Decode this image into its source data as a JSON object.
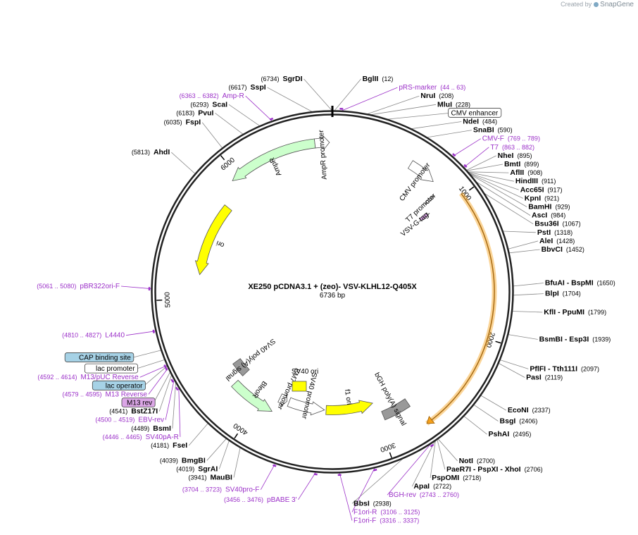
{
  "credit": {
    "prefix": "Created by",
    "brand": "SnapGene"
  },
  "plasmid": {
    "name": "XE250 pCDNA3.1 + (zeo)- VSV-KLHL12-Q405X",
    "size_label": "6736 bp",
    "length": 6736
  },
  "colors": {
    "primer": "#9b30c8",
    "ring": "#222222",
    "ori": "#ffff00",
    "orange": "#f7a11a",
    "green": "#ccffcc",
    "gray": "#999999",
    "blue_box": "#a6d2e6",
    "purple_box": "#dba6e6"
  },
  "ticks": [
    {
      "pos": 1000,
      "label": "1000"
    },
    {
      "pos": 2000,
      "label": "2000"
    },
    {
      "pos": 3000,
      "label": "3000"
    },
    {
      "pos": 4000,
      "label": "4000"
    },
    {
      "pos": 5000,
      "label": "5000"
    },
    {
      "pos": 6000,
      "label": "6000"
    }
  ],
  "labels": [
    {
      "type": "enzyme",
      "name": "SgrDI",
      "coord": "(6734)",
      "pos": 6734
    },
    {
      "type": "enzyme",
      "name": "BglII",
      "coord": "(12)",
      "pos": 12
    },
    {
      "type": "primer",
      "name": "pRS-marker",
      "coord": "(44 .. 63)",
      "pos": 53
    },
    {
      "type": "enzyme",
      "name": "NruI",
      "coord": "(208)",
      "pos": 208
    },
    {
      "type": "enzyme",
      "name": "MluI",
      "coord": "(228)",
      "pos": 228
    },
    {
      "type": "feature",
      "name": "CMV enhancer",
      "pos": 330
    },
    {
      "type": "enzyme",
      "name": "NdeI",
      "coord": "(484)",
      "pos": 484
    },
    {
      "type": "enzyme",
      "name": "SnaBI",
      "coord": "(590)",
      "pos": 590
    },
    {
      "type": "primer",
      "name": "CMV-F",
      "coord": "(769 .. 789)",
      "pos": 779
    },
    {
      "type": "primer",
      "name": "T7",
      "coord": "(863 .. 882)",
      "pos": 872
    },
    {
      "type": "enzyme",
      "name": "NheI",
      "coord": "(895)",
      "pos": 895
    },
    {
      "type": "enzyme",
      "name": "BmtI",
      "coord": "(899)",
      "pos": 899
    },
    {
      "type": "enzyme",
      "name": "AflII",
      "coord": "(908)",
      "pos": 908
    },
    {
      "type": "enzyme",
      "name": "HindIII",
      "coord": "(911)",
      "pos": 911
    },
    {
      "type": "enzyme",
      "name": "Acc65I",
      "coord": "(917)",
      "pos": 917
    },
    {
      "type": "enzyme",
      "name": "KpnI",
      "coord": "(921)",
      "pos": 921
    },
    {
      "type": "enzyme",
      "name": "BamHI",
      "coord": "(929)",
      "pos": 929
    },
    {
      "type": "enzyme",
      "name": "AscI",
      "coord": "(984)",
      "pos": 984
    },
    {
      "type": "enzyme",
      "name": "Bsu36I",
      "coord": "(1067)",
      "pos": 1067
    },
    {
      "type": "enzyme",
      "name": "PstI",
      "coord": "(1318)",
      "pos": 1318
    },
    {
      "type": "enzyme",
      "name": "AleI",
      "coord": "(1428)",
      "pos": 1428
    },
    {
      "type": "enzyme",
      "name": "BbvCI",
      "coord": "(1452)",
      "pos": 1452
    },
    {
      "type": "enzyme",
      "name": "BfuAI - BspMI",
      "coord": "(1650)",
      "pos": 1650
    },
    {
      "type": "enzyme",
      "name": "BlpI",
      "coord": "(1704)",
      "pos": 1704
    },
    {
      "type": "enzyme",
      "name": "KflI - PpuMI",
      "coord": "(1799)",
      "pos": 1799
    },
    {
      "type": "enzyme",
      "name": "BsmBI - Esp3I",
      "coord": "(1939)",
      "pos": 1939
    },
    {
      "type": "enzyme",
      "name": "PflFI - Tth111I",
      "coord": "(2097)",
      "pos": 2097
    },
    {
      "type": "enzyme",
      "name": "PasI",
      "coord": "(2119)",
      "pos": 2119
    },
    {
      "type": "enzyme",
      "name": "EcoNI",
      "coord": "(2337)",
      "pos": 2337
    },
    {
      "type": "enzyme",
      "name": "BsgI",
      "coord": "(2406)",
      "pos": 2406
    },
    {
      "type": "enzyme",
      "name": "PshAI",
      "coord": "(2495)",
      "pos": 2495
    },
    {
      "type": "enzyme",
      "name": "NotI",
      "coord": "(2700)",
      "pos": 2700
    },
    {
      "type": "enzyme",
      "name": "PaeR7I - PspXI - XhoI",
      "coord": "(2706)",
      "pos": 2706
    },
    {
      "type": "enzyme",
      "name": "PspOMI",
      "coord": "(2718)",
      "pos": 2718
    },
    {
      "type": "enzyme",
      "name": "ApaI",
      "coord": "(2722)",
      "pos": 2722
    },
    {
      "type": "primer",
      "name": "BGH-rev",
      "coord": "(2743 .. 2760)",
      "pos": 2751
    },
    {
      "type": "enzyme",
      "name": "BbsI",
      "coord": "(2938)",
      "pos": 2938
    },
    {
      "type": "primer",
      "name": "F1ori-R",
      "coord": "(3106 .. 3125)",
      "pos": 3115
    },
    {
      "type": "primer",
      "name": "F1ori-F",
      "coord": "(3316 .. 3337)",
      "pos": 3326
    },
    {
      "type": "primer",
      "name": "pBABE 3'",
      "coord": "(3456 .. 3476)",
      "pos": 3466
    },
    {
      "type": "primer",
      "name": "SV40pro-F",
      "coord": "(3704 .. 3723)",
      "pos": 3713
    },
    {
      "type": "enzyme",
      "name": "MauBI",
      "coord": "(3941)",
      "pos": 3941
    },
    {
      "type": "enzyme",
      "name": "SgrAI",
      "coord": "(4019)",
      "pos": 4019
    },
    {
      "type": "enzyme",
      "name": "BmgBI",
      "coord": "(4039)",
      "pos": 4039
    },
    {
      "type": "enzyme",
      "name": "FseI",
      "coord": "(4181)",
      "pos": 4181
    },
    {
      "type": "primer",
      "name": "SV40pA-R",
      "coord": "(4446 .. 4465)",
      "pos": 4455
    },
    {
      "type": "enzyme",
      "name": "BsmI",
      "coord": "(4489)",
      "pos": 4489
    },
    {
      "type": "primer",
      "name": "EBV-rev",
      "coord": "(4500 .. 4519)",
      "pos": 4509
    },
    {
      "type": "enzyme",
      "name": "BstZ17I",
      "coord": "(4541)",
      "pos": 4541
    },
    {
      "type": "featbox",
      "name": "M13 rev",
      "fill": "#dba6e6",
      "pos": 4560
    },
    {
      "type": "primer",
      "name": "M13 Reverse",
      "coord": "(4579 .. 4595)",
      "pos": 4587
    },
    {
      "type": "featbox",
      "name": "lac operator",
      "fill": "#a6d2e6",
      "pos": 4600
    },
    {
      "type": "primer",
      "name": "M13/pUC Reverse",
      "coord": "(4592 .. 4614)",
      "pos": 4603
    },
    {
      "type": "featbox",
      "name": "lac promoter",
      "fill": "#ffffff",
      "pos": 4640
    },
    {
      "type": "featbox",
      "name": "CAP binding site",
      "fill": "#a6d2e6",
      "pos": 4700
    },
    {
      "type": "primer",
      "name": "L4440",
      "coord": "(4810 .. 4827)",
      "pos": 4818
    },
    {
      "type": "primer",
      "name": "pBR322ori-F",
      "coord": "(5061 .. 5080)",
      "pos": 5070
    },
    {
      "type": "enzyme",
      "name": "AhdI",
      "coord": "(5813)",
      "pos": 5813
    },
    {
      "type": "enzyme",
      "name": "FspI",
      "coord": "(6035)",
      "pos": 6035
    },
    {
      "type": "enzyme",
      "name": "PvuI",
      "coord": "(6183)",
      "pos": 6183
    },
    {
      "type": "enzyme",
      "name": "ScaI",
      "coord": "(6293)",
      "pos": 6293
    },
    {
      "type": "primer",
      "name": "Amp-R",
      "coord": "(6363 .. 6382)",
      "pos": 6372
    },
    {
      "type": "enzyme",
      "name": "SspI",
      "coord": "(6617)",
      "pos": 6617
    }
  ],
  "features": [
    {
      "name": "AmpR",
      "label": "AmpR",
      "start": 5950,
      "end": 6610,
      "dir": -1,
      "lane": 1,
      "fill": "#ccffcc"
    },
    {
      "name": "AmpR promoter",
      "label": "AmpR promoter",
      "start": 6610,
      "end": 6715,
      "dir": 1,
      "lane": 1,
      "fill": "#ffffff"
    },
    {
      "name": "ori",
      "label": "ori",
      "start": 5190,
      "end": 5780,
      "dir": -1,
      "lane": 2,
      "fill": "#ffff00"
    },
    {
      "name": "CMV promoter",
      "label": "CMV promoter",
      "start": 590,
      "end": 795,
      "dir": 1,
      "lane": 1,
      "fill": "#ffffff"
    },
    {
      "name": "T7 promoter",
      "label": "T7 promoter",
      "start": 863,
      "end": 882,
      "dir": 1,
      "lane": 2,
      "fill": "#ffffff"
    },
    {
      "name": "VSV-G tag",
      "label": "VSV-G tag",
      "start": 935,
      "end": 968,
      "dir": 1,
      "lane": 3,
      "fill": "#dba6e6"
    },
    {
      "name": "KLHL12",
      "label": "",
      "start": 985,
      "end": 2700,
      "dir": 1,
      "lane": 0,
      "fill": "#f7a11a"
    },
    {
      "name": "bGH poly(A) signal",
      "label": "bGH poly(A) signal",
      "start": 2728,
      "end": 2950,
      "dir": 0,
      "lane": 2,
      "fill": "#999999"
    },
    {
      "name": "f1 ori",
      "label": "f1 ori",
      "start": 2996,
      "end": 3425,
      "dir": -1,
      "lane": 3,
      "fill": "#ffff00"
    },
    {
      "name": "SV40 promoter",
      "label": "SV40 promoter",
      "start": 3440,
      "end": 3770,
      "dir": -1,
      "lane": 3,
      "fill": "#ffffff"
    },
    {
      "name": "EM7 promoter",
      "label": "EM7 promoter",
      "start": 3790,
      "end": 3860,
      "dir": -1,
      "lane": 3,
      "fill": "#ffffff"
    },
    {
      "name": "BleoR",
      "label": "BleoR",
      "start": 3870,
      "end": 4245,
      "dir": -1,
      "lane": 2,
      "fill": "#ccffcc"
    },
    {
      "name": "SV40 poly(A) signal",
      "label": "SV40 poly(A) signal",
      "start": 4245,
      "end": 4380,
      "dir": 0,
      "lane": 3,
      "fill": "#999999"
    }
  ],
  "misc_labels": [
    {
      "name": "SV40 ori",
      "label": "SV40 ori"
    }
  ]
}
